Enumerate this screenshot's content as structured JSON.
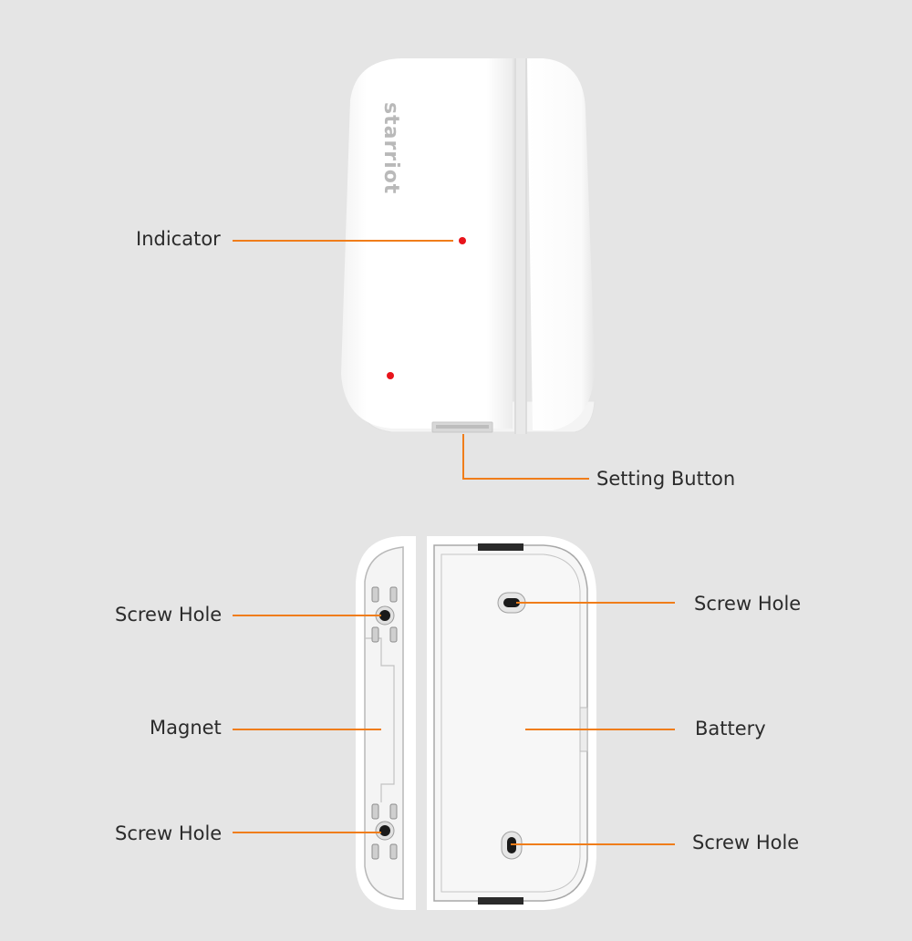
{
  "brand": "starriot",
  "accent_color": "#f07d1a",
  "indicator_color": "#e8141b",
  "background_color": "#e5e5e5",
  "labels": {
    "indicator": "Indicator",
    "setting_button": "Setting Button",
    "screw_hole_top_left": "Screw Hole",
    "magnet": "Magnet",
    "screw_hole_bottom_left": "Screw Hole",
    "screw_hole_top_right": "Screw Hole",
    "battery": "Battery",
    "screw_hole_bottom_right": "Screw Hole"
  }
}
